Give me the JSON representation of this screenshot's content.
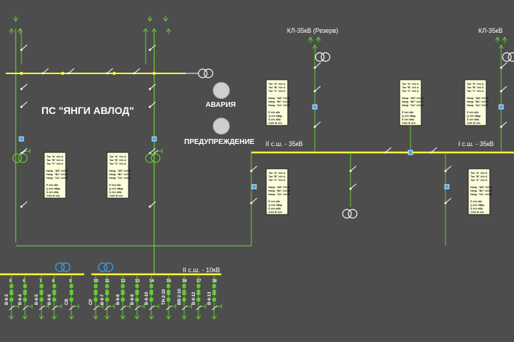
{
  "station_title": "ПС \"ЯНГИ АВЛОД\"",
  "alarms": {
    "emergency_label": "АВАРИЯ",
    "warning_label": "ПРЕДУПРЕЖДЕНИЕ"
  },
  "lines": {
    "kl_reserve": "КЛ-35кВ (Резерв)",
    "kl_right": "КЛ-35кВ"
  },
  "buses": {
    "bus2_35": "II с.ш. - 35кВ",
    "bus1_35": "I с.ш. - 35кВ",
    "bus2_10": "II с.ш. - 10кВ"
  },
  "meter": {
    "rows": [
      "Ток \"А\"  ### А",
      "Ток \"В\"  ### А",
      "Ток \"С\"  ### А",
      "",
      "Напр. \"АВ\"  ### В",
      "Напр. \"ВС\"  ### В",
      "Напр. \"СА\"  ### В",
      "",
      "Р  ###  кВт",
      "Q  ###  кВар",
      "S  ###  кВА",
      "COS Ф  ###"
    ]
  },
  "cells_left": [
    {
      "num": "5",
      "name": "В-6-3"
    },
    {
      "num": "6",
      "name": "В-6-4"
    },
    {
      "num": "7",
      "name": "В-6-5"
    },
    {
      "num": "8",
      "name": "В-6-6"
    },
    {
      "num": "9",
      "name": "СВ"
    }
  ],
  "cells_right": [
    {
      "num": "10",
      "name": "СР"
    },
    {
      "num": "11",
      "name": "В-6-7"
    },
    {
      "num": "12",
      "name": "В-6-8"
    },
    {
      "num": "13",
      "name": "В-6-9"
    },
    {
      "num": "14",
      "name": "В-6-10"
    },
    {
      "num": "15",
      "name": "ТН-2-10"
    },
    {
      "num": "16",
      "name": "ВВ-2-10"
    },
    {
      "num": "17",
      "name": "В-6-12"
    },
    {
      "num": "18",
      "name": "В-6-13"
    }
  ],
  "colors": {
    "background": "#4d4d4d",
    "bus": "#ffff33",
    "energized": "#66cc33",
    "switch": "#33aaff",
    "line": "#ffffff",
    "meter_bg": "#ffffdd",
    "lamp": "#cfcfcf"
  },
  "icons": {
    "breaker": "breaker-icon",
    "disconnector": "disconnector-icon",
    "transformer": "transformer-icon",
    "grounding": "grounding-icon",
    "arrow": "arrow-icon"
  }
}
